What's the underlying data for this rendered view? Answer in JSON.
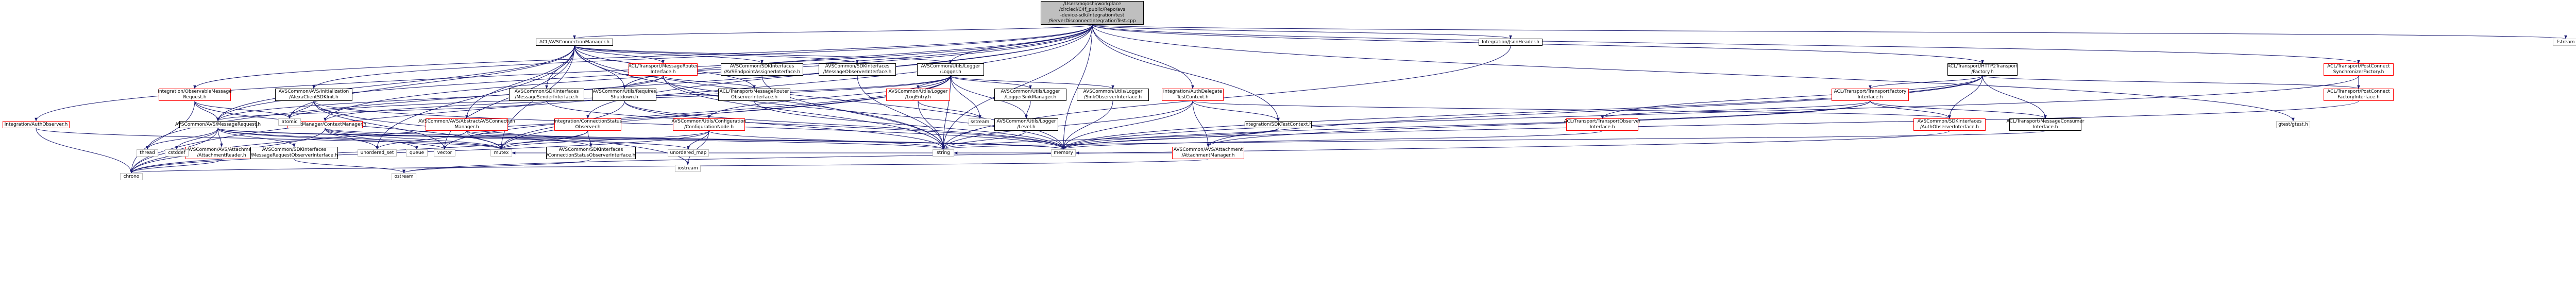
{
  "graph": {
    "root": "/Users/nojoshi/workplace\n/circleci/C4f_public/Repo/avs\n-device-sdk/Integration/test\n/ServerDisconnectIntegrationTest.cpp",
    "nodes": {
      "ACL_AVSConnectionManager": "ACL/AVSConnectionManager.h",
      "Integration_JsonHeader": "Integration/JsonHeader.h",
      "fstream": "fstream",
      "ACL_Transport_HTTP2Transport": "ACL/Transport/HTTP2Transport\n/Factory.h",
      "ACL_Transport_PostConnectSynchronizerFactory": "ACL/Transport/PostConnect\nSynchronizerFactory.h",
      "ACL_Transport_MessageRouterInterface": "ACL/Transport/MessageRouter\nInterface.h",
      "AVSCommon_SDKInterfaces_AVSEndpointAssigner": "AVSCommon/SDKInterfaces\n/AVSEndpointAssignerInterface.h",
      "AVSCommon_SDKInterfaces_MessageObserver": "AVSCommon/SDKInterfaces\n/MessageObserverInterface.h",
      "AVSCommon_Utils_Logger_Logger": "AVSCommon/Utils/Logger\n/Logger.h",
      "Integration_ObservableMessageRequest": "Integration/ObservableMessage\nRequest.h",
      "AVSCommon_AVS_Initialization_AlexaClientSDKInit": "AVSCommon/AVS/Initialization\n/AlexaClientSDKInit.h",
      "AVSCommon_SDKInterfaces_MessageSender": "AVSCommon/SDKInterfaces\n/MessageSenderInterface.h",
      "AVSCommon_Utils_RequiresShutdown": "AVSCommon/Utils/Requires\nShutdown.h",
      "ACL_Transport_MessageRouterObserver": "ACL/Transport/MessageRouter\nObserverInterface.h",
      "AVSCommon_Utils_Logger_LogEntry": "AVSCommon/Utils/Logger\n/LogEntry.h",
      "AVSCommon_Utils_Logger_LoggerSinkManager": "AVSCommon/Utils/Logger\n/LoggerSinkManager.h",
      "AVSCommon_Utils_Logger_SinkObserver": "AVSCommon/Utils/Logger\n/SinkObserverInterface.h",
      "Integration_AuthDelegateTestContext": "Integration/AuthDelegate\nTestContext.h",
      "ACL_Transport_TransportFactoryInterface": "ACL/Transport/TransportFactory\nInterface.h",
      "ACL_Transport_PostConnectFactoryInterface": "ACL/Transport/PostConnect\nFactoryInterface.h",
      "Integration_AuthObserver": "Integration/AuthObserver.h",
      "AVSCommon_AVS_MessageRequest": "AVSCommon/AVS/MessageRequest.h",
      "ContextManager_ContextManager": "ContextManager/ContextManager.h",
      "AVSCommon_AVS_AbstractAVSConnectionManager": "AVSCommon/AVS/AbstractAVSConnection\nManager.h",
      "Integration_ConnectionStatusObserver": "Integration/ConnectionStatus\nObserver.h",
      "AVSCommon_Utils_Configuration_ConfigurationNode": "AVSCommon/Utils/Configuration\n/ConfigurationNode.h",
      "AVSCommon_Utils_Logger_Level": "AVSCommon/Utils/Logger\n/Level.h",
      "Integration_SDKTestContext": "Integration/SDKTestContext.h",
      "AVSCommon_SDKInterfaces_AuthObserver": "AVSCommon/SDKInterfaces\n/AuthObserverInterface.h",
      "ACL_Transport_MessageConsumerInterface": "ACL/Transport/MessageConsumer\nInterface.h",
      "ACL_Transport_TransportObserverInterface": "ACL/Transport/TransportObserver\nInterface.h",
      "AVSCommon_AVS_Attachment_AttachmentManager": "AVSCommon/AVS/Attachment\n/AttachmentManager.h",
      "gtest_gtest": "gtest/gtest.h",
      "AVSCommon_AVS_Attachment_AttachmentReader": "AVSCommon/AVS/Attachment\n/AttachmentReader.h",
      "AVSCommon_SDKInterfaces_MessageRequestObserver": "AVSCommon/SDKInterfaces\n/MessageRequestObserverInterface.h",
      "AVSCommon_SDKInterfaces_ConnectionStatusObserver": "AVSCommon/SDKInterfaces\n/ConnectionStatusObserverInterface.h",
      "ostream": "ostream",
      "sstream": "sstream",
      "atomic": "atomic",
      "thread": "thread",
      "cstddef": "cstddef",
      "chrono": "chrono",
      "unordered_set": "unordered_set",
      "queue": "queue",
      "vector": "vector",
      "mutex": "mutex",
      "unordered_map": "unordered_map",
      "string": "string",
      "iostream": "iostream",
      "memory": "memory"
    },
    "edges": [
      [
        "root",
        "ACL_AVSConnectionManager"
      ],
      [
        "root",
        "Integration_JsonHeader"
      ],
      [
        "root",
        "fstream"
      ],
      [
        "root",
        "ACL_Transport_HTTP2Transport"
      ],
      [
        "root",
        "ACL_Transport_PostConnectSynchronizerFactory"
      ],
      [
        "root",
        "Integration_AuthObserver"
      ],
      [
        "root",
        "Integration_ObservableMessageRequest"
      ],
      [
        "root",
        "AVSCommon_AVS_Initialization_AlexaClientSDKInit"
      ],
      [
        "root",
        "AVSCommon_AVS_MessageRequest"
      ],
      [
        "root",
        "ContextManager_ContextManager"
      ],
      [
        "root",
        "AVSCommon_Utils_Logger_Logger"
      ],
      [
        "root",
        "AVSCommon_Utils_RequiresShutdown"
      ],
      [
        "root",
        "Integration_AuthDelegateTestContext"
      ],
      [
        "root",
        "Integration_ConnectionStatusObserver"
      ],
      [
        "root",
        "Integration_SDKTestContext"
      ],
      [
        "root",
        "gtest_gtest"
      ],
      [
        "root",
        "thread"
      ],
      [
        "root",
        "chrono"
      ],
      [
        "root",
        "string"
      ],
      [
        "root",
        "memory"
      ],
      [
        "ACL_AVSConnectionManager",
        "ACL_Transport_MessageRouterInterface"
      ],
      [
        "ACL_AVSConnectionManager",
        "AVSCommon_SDKInterfaces_AVSEndpointAssigner"
      ],
      [
        "ACL_AVSConnectionManager",
        "AVSCommon_SDKInterfaces_MessageObserver"
      ],
      [
        "ACL_AVSConnectionManager",
        "AVSCommon_Utils_Logger_Logger"
      ],
      [
        "ACL_AVSConnectionManager",
        "AVSCommon_SDKInterfaces_MessageSender"
      ],
      [
        "ACL_AVSConnectionManager",
        "AVSCommon_Utils_RequiresShutdown"
      ],
      [
        "ACL_AVSConnectionManager",
        "AVSCommon_AVS_AbstractAVSConnectionManager"
      ],
      [
        "ACL_AVSConnectionManager",
        "ACL_Transport_MessageRouterObserver"
      ],
      [
        "ACL_AVSConnectionManager",
        "AVSCommon_AVS_MessageRequest"
      ],
      [
        "ACL_AVSConnectionManager",
        "atomic"
      ],
      [
        "ACL_AVSConnectionManager",
        "unordered_set"
      ],
      [
        "ACL_AVSConnectionManager",
        "vector"
      ],
      [
        "ACL_AVSConnectionManager",
        "mutex"
      ],
      [
        "ACL_AVSConnectionManager",
        "memory"
      ],
      [
        "ACL_AVSConnectionManager",
        "string"
      ],
      [
        "Integration_JsonHeader",
        "string"
      ],
      [
        "ACL_Transport_HTTP2Transport",
        "ACL_Transport_TransportFactoryInterface"
      ],
      [
        "ACL_Transport_HTTP2Transport",
        "ACL_Transport_PostConnectFactoryInterface"
      ],
      [
        "ACL_Transport_HTTP2Transport",
        "ACL_Transport_MessageConsumerInterface"
      ],
      [
        "ACL_Transport_HTTP2Transport",
        "ACL_Transport_TransportObserverInterface"
      ],
      [
        "ACL_Transport_HTTP2Transport",
        "AVSCommon_SDKInterfaces_AuthObserver"
      ],
      [
        "ACL_Transport_HTTP2Transport",
        "AVSCommon_AVS_Attachment_AttachmentManager"
      ],
      [
        "ACL_Transport_HTTP2Transport",
        "memory"
      ],
      [
        "ACL_Transport_PostConnectSynchronizerFactory",
        "ACL_Transport_PostConnectFactoryInterface"
      ],
      [
        "ACL_Transport_PostConnectSynchronizerFactory",
        "memory"
      ],
      [
        "ACL_Transport_MessageRouterInterface",
        "AVSCommon_AVS_MessageRequest"
      ],
      [
        "ACL_Transport_MessageRouterInterface",
        "AVSCommon_Utils_RequiresShutdown"
      ],
      [
        "ACL_Transport_MessageRouterInterface",
        "ACL_Transport_MessageRouterObserver"
      ],
      [
        "ACL_Transport_MessageRouterInterface",
        "memory"
      ],
      [
        "ACL_Transport_MessageRouterInterface",
        "string"
      ],
      [
        "AVSCommon_SDKInterfaces_AVSEndpointAssigner",
        "string"
      ],
      [
        "AVSCommon_SDKInterfaces_MessageObserver",
        "string"
      ],
      [
        "AVSCommon_Utils_Logger_Logger",
        "AVSCommon_Utils_Logger_LogEntry"
      ],
      [
        "AVSCommon_Utils_Logger_Logger",
        "AVSCommon_Utils_Logger_LoggerSinkManager"
      ],
      [
        "AVSCommon_Utils_Logger_Logger",
        "AVSCommon_Utils_Logger_SinkObserver"
      ],
      [
        "AVSCommon_Utils_Logger_Logger",
        "AVSCommon_Utils_Logger_Level"
      ],
      [
        "AVSCommon_Utils_Logger_Logger",
        "AVSCommon_Utils_Configuration_ConfigurationNode"
      ],
      [
        "AVSCommon_Utils_Logger_Logger",
        "atomic"
      ],
      [
        "AVSCommon_Utils_Logger_Logger",
        "sstream"
      ],
      [
        "AVSCommon_Utils_Logger_Logger",
        "mutex"
      ],
      [
        "AVSCommon_Utils_Logger_Logger",
        "vector"
      ],
      [
        "AVSCommon_Utils_Logger_Logger",
        "chrono"
      ],
      [
        "AVSCommon_Utils_Logger_Logger",
        "string"
      ],
      [
        "AVSCommon_Utils_Logger_LogEntry",
        "sstream"
      ],
      [
        "AVSCommon_Utils_Logger_LogEntry",
        "string"
      ],
      [
        "AVSCommon_Utils_Logger_LoggerSinkManager",
        "AVSCommon_Utils_Logger_Level"
      ],
      [
        "AVSCommon_Utils_Logger_SinkObserver",
        "memory"
      ],
      [
        "AVSCommon_Utils_Logger_Level",
        "string"
      ],
      [
        "AVSCommon_Utils_Configuration_ConfigurationNode",
        "iostream"
      ],
      [
        "AVSCommon_Utils_Configuration_ConfigurationNode",
        "chrono"
      ],
      [
        "AVSCommon_Utils_Configuration_ConfigurationNode",
        "string"
      ],
      [
        "AVSCommon_Utils_Configuration_ConfigurationNode",
        "mutex"
      ],
      [
        "AVSCommon_Utils_Configuration_ConfigurationNode",
        "unordered_map"
      ],
      [
        "Integration_ObservableMessageRequest",
        "AVSCommon_AVS_MessageRequest"
      ],
      [
        "Integration_ObservableMessageRequest",
        "atomic"
      ],
      [
        "Integration_ObservableMessageRequest",
        "chrono"
      ],
      [
        "Integration_ObservableMessageRequest",
        "mutex"
      ],
      [
        "AVSCommon_AVS_Initialization_AlexaClientSDKInit",
        "atomic"
      ],
      [
        "AVSCommon_AVS_Initialization_AlexaClientSDKInit",
        "iostream"
      ],
      [
        "AVSCommon_AVS_Initialization_AlexaClientSDKInit",
        "vector"
      ],
      [
        "AVSCommon_AVS_Initialization_AlexaClientSDKInit",
        "memory"
      ],
      [
        "AVSCommon_SDKInterfaces_MessageSender",
        "AVSCommon_AVS_MessageRequest"
      ],
      [
        "AVSCommon_SDKInterfaces_MessageSender",
        "memory"
      ],
      [
        "AVSCommon_Utils_RequiresShutdown",
        "mutex"
      ],
      [
        "AVSCommon_Utils_RequiresShutdown",
        "string"
      ],
      [
        "AVSCommon_Utils_RequiresShutdown",
        "memory"
      ],
      [
        "ACL_Transport_MessageRouterObserver",
        "memory"
      ],
      [
        "AVSCommon_AVS_MessageRequest",
        "AVSCommon_AVS_Attachment_AttachmentReader"
      ],
      [
        "AVSCommon_AVS_MessageRequest",
        "AVSCommon_SDKInterfaces_MessageRequestObserver"
      ],
      [
        "AVSCommon_AVS_MessageRequest",
        "thread"
      ],
      [
        "AVSCommon_AVS_MessageRequest",
        "cstddef"
      ],
      [
        "AVSCommon_AVS_MessageRequest",
        "chrono"
      ],
      [
        "AVSCommon_AVS_MessageRequest",
        "mutex"
      ],
      [
        "AVSCommon_AVS_MessageRequest",
        "vector"
      ],
      [
        "AVSCommon_AVS_MessageRequest",
        "memory"
      ],
      [
        "AVSCommon_AVS_MessageRequest",
        "string"
      ],
      [
        "AVSCommon_AVS_Attachment_AttachmentReader",
        "chrono"
      ],
      [
        "AVSCommon_SDKInterfaces_MessageRequestObserver",
        "ostream"
      ],
      [
        "ContextManager_ContextManager",
        "AVSCommon_Utils_Logger_Logger"
      ],
      [
        "ContextManager_ContextManager",
        "unordered_set"
      ],
      [
        "ContextManager_ContextManager",
        "queue"
      ],
      [
        "ContextManager_ContextManager",
        "mutex"
      ],
      [
        "ContextManager_ContextManager",
        "unordered_map"
      ],
      [
        "ContextManager_ContextManager",
        "chrono"
      ],
      [
        "ContextManager_ContextManager",
        "memory"
      ],
      [
        "AVSCommon_AVS_AbstractAVSConnectionManager",
        "AVSCommon_SDKInterfaces_ConnectionStatusObserver"
      ],
      [
        "AVSCommon_AVS_AbstractAVSConnectionManager",
        "unordered_set"
      ],
      [
        "AVSCommon_AVS_AbstractAVSConnectionManager",
        "mutex"
      ],
      [
        "AVSCommon_AVS_AbstractAVSConnectionManager",
        "memory"
      ],
      [
        "Integration_ConnectionStatusObserver",
        "AVSCommon_SDKInterfaces_ConnectionStatusObserver"
      ],
      [
        "Integration_ConnectionStatusObserver",
        "mutex"
      ],
      [
        "Integration_ConnectionStatusObserver",
        "chrono"
      ],
      [
        "AVSCommon_SDKInterfaces_ConnectionStatusObserver",
        "ostream"
      ],
      [
        "Integration_AuthDelegateTestContext",
        "AVSCommon_AVS_Attachment_AttachmentManager"
      ],
      [
        "Integration_AuthDelegateTestContext",
        "Integration_SDKTestContext"
      ],
      [
        "Integration_AuthDelegateTestContext",
        "AVSCommon_SDKInterfaces_AuthObserver"
      ],
      [
        "Integration_AuthDelegateTestContext",
        "memory"
      ],
      [
        "Integration_AuthDelegateTestContext",
        "string"
      ],
      [
        "Integration_SDKTestContext",
        "memory"
      ],
      [
        "Integration_SDKTestContext",
        "string"
      ],
      [
        "ACL_Transport_TransportFactoryInterface",
        "ACL_Transport_TransportObserverInterface"
      ],
      [
        "ACL_Transport_TransportFactoryInterface",
        "ACL_Transport_MessageConsumerInterface"
      ],
      [
        "ACL_Transport_TransportFactoryInterface",
        "AVSCommon_SDKInterfaces_AuthObserver"
      ],
      [
        "ACL_Transport_TransportFactoryInterface",
        "AVSCommon_AVS_Attachment_AttachmentManager"
      ],
      [
        "ACL_Transport_TransportFactoryInterface",
        "memory"
      ],
      [
        "ACL_Transport_PostConnectFactoryInterface",
        "memory"
      ],
      [
        "ACL_Transport_MessageConsumerInterface",
        "string"
      ],
      [
        "ACL_Transport_TransportObserverInterface",
        "memory"
      ],
      [
        "AVSCommon_SDKInterfaces_AuthObserver",
        "ostream"
      ],
      [
        "AVSCommon_AVS_Attachment_AttachmentManager",
        "mutex"
      ],
      [
        "AVSCommon_AVS_Attachment_AttachmentManager",
        "chrono"
      ],
      [
        "AVSCommon_AVS_Attachment_AttachmentManager",
        "string"
      ],
      [
        "AVSCommon_AVS_Attachment_AttachmentManager",
        "memory"
      ],
      [
        "Integration_AuthObserver",
        "mutex"
      ],
      [
        "Integration_AuthObserver",
        "chrono"
      ]
    ]
  },
  "colors": {
    "documented_border": "#ff0000",
    "undocumented_border": "#000000",
    "system_border": "#bfbfbf",
    "root_fill": "#bfbfbf",
    "edge": "#191970"
  }
}
